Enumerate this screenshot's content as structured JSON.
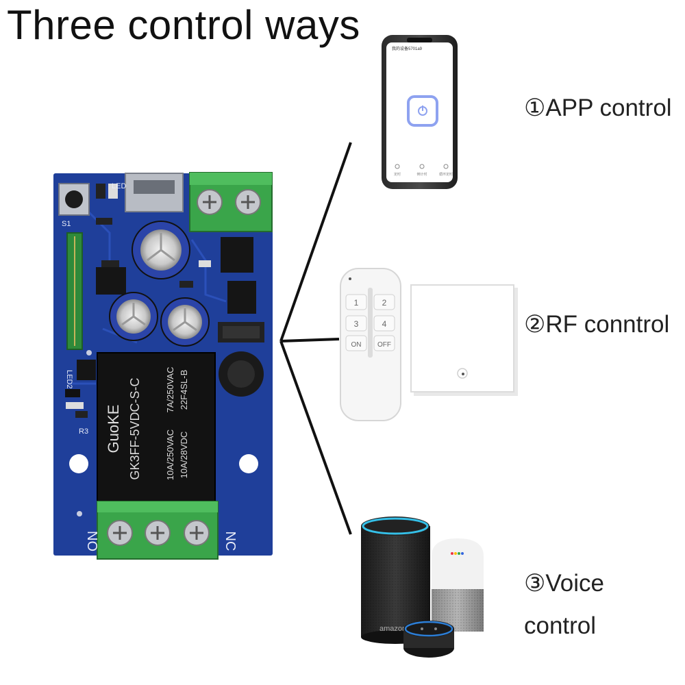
{
  "title": "Three control ways",
  "controls": [
    {
      "label": "①APP control"
    },
    {
      "label": "②RF conntrol"
    },
    {
      "label": "③Voice",
      "label_line2": "control"
    }
  ],
  "pcb": {
    "relay_brand": "GuoKE",
    "relay_model": "GK3FF-5VDC-S-C",
    "relay_rating_1": "10A/250VAC",
    "relay_rating_2": "10A/28VDC",
    "relay_rating_3": "7A/250VAC",
    "relay_rating_4": "22F4SL-B",
    "terminal_left": "NO",
    "terminal_right": "NC",
    "label_led": "LED",
    "label_s1": "S1",
    "label_led2": "LED2",
    "label_r3": "R3"
  },
  "phone": {
    "header": "我的设备5701a9",
    "nav": [
      "定时",
      "倒计时",
      "循环定时"
    ]
  },
  "remote": {
    "buttons": [
      "1",
      "2",
      "3",
      "4",
      "ON",
      "OFF"
    ]
  },
  "speaker": {
    "brand": "amazon"
  },
  "colors": {
    "pcb": "#1f3f9a",
    "terminal": "#3aa54a",
    "relay": "#121212",
    "power_glow": "#8ea2f0"
  }
}
